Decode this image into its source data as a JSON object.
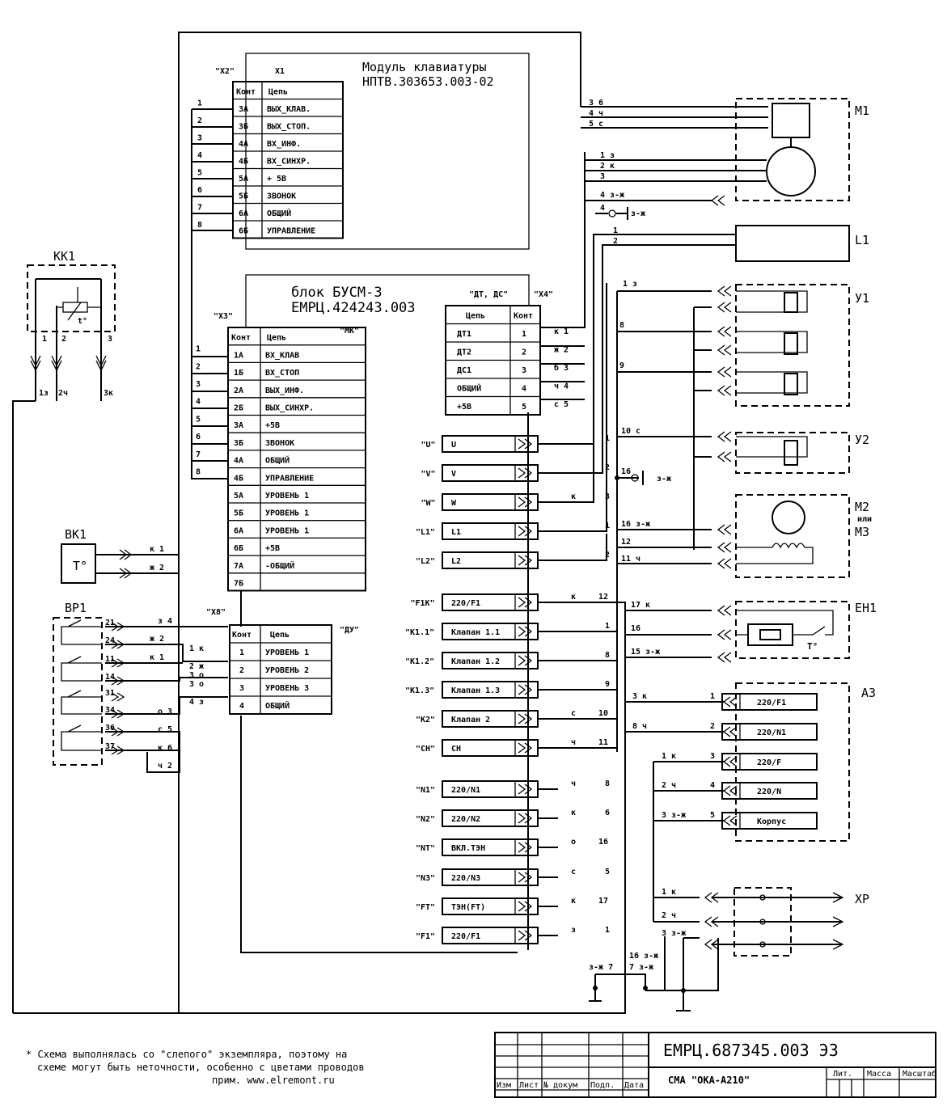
{
  "keyboard_module": {
    "conn_a": "\"X2\"",
    "conn_b": "X1",
    "title_line1": "Модуль клавиатуры",
    "title_line2": "НПТВ.303653.003-02",
    "header_pin": "Конт",
    "header_circuit": "Цепь",
    "rows": [
      {
        "pin": "3А",
        "circuit": "ВЫХ_КЛАВ.",
        "wire": "1"
      },
      {
        "pin": "3Б",
        "circuit": "ВЫХ_СТОП.",
        "wire": "2"
      },
      {
        "pin": "4А",
        "circuit": "ВХ_ИНФ.",
        "wire": "3"
      },
      {
        "pin": "4Б",
        "circuit": "ВХ_СИНХР.",
        "wire": "4"
      },
      {
        "pin": "5А",
        "circuit": "+ 5В",
        "wire": "5"
      },
      {
        "pin": "5Б",
        "circuit": "ЗВОНОК",
        "wire": "6"
      },
      {
        "pin": "6А",
        "circuit": "ОБЩИЙ",
        "wire": "7"
      },
      {
        "pin": "6Б",
        "circuit": "УПРАВЛЕНИЕ",
        "wire": "8"
      }
    ]
  },
  "busm_block": {
    "title_line1": "блок БУСМ-3",
    "title_line2": "ЕМРЦ.424243.003",
    "conn_x3": "\"X3\"",
    "conn_mk": "\"МК\"",
    "header_pin": "Конт",
    "header_circuit": "Цепь",
    "rows": [
      {
        "pin": "1А",
        "circuit": "ВХ_КЛАВ",
        "wire": "1"
      },
      {
        "pin": "1Б",
        "circuit": "ВХ_СТОП",
        "wire": "2"
      },
      {
        "pin": "2А",
        "circuit": "ВЫХ_ИНФ.",
        "wire": "3"
      },
      {
        "pin": "2Б",
        "circuit": "ВЫХ_СИНХР.",
        "wire": "4"
      },
      {
        "pin": "3А",
        "circuit": "+5В",
        "wire": "5"
      },
      {
        "pin": "3Б",
        "circuit": "ЗВОНОК",
        "wire": "6"
      },
      {
        "pin": "4А",
        "circuit": "ОБЩИЙ",
        "wire": "7"
      },
      {
        "pin": "4Б",
        "circuit": "УПРАВЛЕНИЕ",
        "wire": "8"
      },
      {
        "pin": "5А",
        "circuit": "УРОВЕНЬ 1",
        "wire": ""
      },
      {
        "pin": "5Б",
        "circuit": "УРОВЕНЬ 1",
        "wire": ""
      },
      {
        "pin": "6А",
        "circuit": "УРОВЕНЬ 1",
        "wire": ""
      },
      {
        "pin": "6Б",
        "circuit": "+5В",
        "wire": ""
      },
      {
        "pin": "7А",
        "circuit": "-ОБЩИЙ",
        "wire": ""
      },
      {
        "pin": "7Б",
        "circuit": "",
        "wire": ""
      }
    ]
  },
  "x4": {
    "conn_dt": "\"ДТ, ДС\"",
    "conn_x4": "\"X4\"",
    "header_circuit": "Цепь",
    "header_pin": "Конт",
    "rows": [
      {
        "circuit": "ДТ1",
        "pin": "1",
        "wire": "к  1"
      },
      {
        "circuit": "ДТ2",
        "pin": "2",
        "wire": "ж  2"
      },
      {
        "circuit": "ДС1",
        "pin": "3",
        "wire": "б  3"
      },
      {
        "circuit": "ОБЩИЙ",
        "pin": "4",
        "wire": "ч  4"
      },
      {
        "circuit": "+5В",
        "pin": "5",
        "wire": "с  5"
      }
    ]
  },
  "x8": {
    "conn_x8": "\"X8\"",
    "conn_du": "\"ДУ\"",
    "header_pin": "Конт",
    "header_circuit": "Цепь",
    "rows": [
      {
        "pin": "1",
        "circuit": "УРОВЕНЬ 1",
        "wire": "1  к"
      },
      {
        "pin": "2",
        "circuit": "УРОВЕНЬ 2",
        "wire": "2  ж"
      },
      {
        "pin": "3",
        "circuit": "УРОВЕНЬ 3",
        "wire": "3  о"
      },
      {
        "pin": "4",
        "circuit": "ОБЩИЙ",
        "wire": "4  з"
      }
    ]
  },
  "terminals": [
    {
      "name": "\"U\"",
      "label": "U",
      "wire": "1",
      "color": ""
    },
    {
      "name": "\"V\"",
      "label": "V",
      "wire": "2",
      "color": ""
    },
    {
      "name": "\"W\"",
      "label": "W",
      "wire": "3",
      "color": "к"
    },
    {
      "name": "\"L1\"",
      "label": "L1",
      "wire": "1",
      "color": ""
    },
    {
      "name": "\"L2\"",
      "label": "L2",
      "wire": "2",
      "color": ""
    },
    {
      "name": "\"F1K\"",
      "label": "220/F1",
      "wire": "12",
      "color": "к"
    },
    {
      "name": "\"K1.1\"",
      "label": "Клапан 1.1",
      "wire": "1",
      "color": ""
    },
    {
      "name": "\"K1.2\"",
      "label": "Клапан 1.2",
      "wire": "8",
      "color": ""
    },
    {
      "name": "\"K1.3\"",
      "label": "Клапан 1.3",
      "wire": "9",
      "color": ""
    },
    {
      "name": "\"K2\"",
      "label": "Клапан 2",
      "wire": "10",
      "color": "с"
    },
    {
      "name": "\"CH\"",
      "label": "CH",
      "wire": "11",
      "color": "ч"
    },
    {
      "name": "\"N1\"",
      "label": "220/N1",
      "wire": "8",
      "color": "ч"
    },
    {
      "name": "\"N2\"",
      "label": "220/N2",
      "wire": "6",
      "color": "к"
    },
    {
      "name": "\"NT\"",
      "label": "ВКЛ.ТЭН",
      "wire": "16",
      "color": "о"
    },
    {
      "name": "\"N3\"",
      "label": "220/N3",
      "wire": "5",
      "color": "с"
    },
    {
      "name": "\"FT\"",
      "label": "ТЭН(FT)",
      "wire": "17",
      "color": "к"
    },
    {
      "name": "\"F1\"",
      "label": "220/F1",
      "wire": "1",
      "color": "з"
    }
  ],
  "kk1": {
    "label": "КК1",
    "pin1": "1",
    "pin2": "2",
    "pin3": "3",
    "w1": "1з",
    "w2": "2ч",
    "w3": "3к",
    "symbol_t": "t°"
  },
  "vk1": {
    "label": "ВК1",
    "symbol": "Т°",
    "w1": "к  1",
    "w2": "ж  2"
  },
  "vr1": {
    "label": "ВР1",
    "contacts": [
      "21",
      "24",
      "11",
      "14",
      "31",
      "34",
      "36",
      "37"
    ],
    "wires": [
      "з  4",
      "ж  2",
      "к  1",
      "3  о",
      "о  3",
      "с  5",
      "к  6",
      "ч  2"
    ]
  },
  "m1": {
    "label": "М1",
    "wires_top": [
      "3   6",
      "4   ч",
      "5   с"
    ],
    "wires_motor": [
      "1   з",
      "2   к",
      "3",
      "4  з-ж"
    ],
    "ground": "4",
    "ground_color": "з-ж"
  },
  "l1": {
    "label": "L1",
    "w1": "1",
    "w2": "2"
  },
  "y1": {
    "label": "У1",
    "w1": "1   з",
    "w2": "8",
    "w3": "9"
  },
  "y2": {
    "label": "У2",
    "w1": "10   с"
  },
  "gnd16": {
    "wire": "16",
    "color": "з-ж"
  },
  "m2": {
    "label1": "М2",
    "label_or": "или",
    "label2": "М3",
    "w1": "16   з-ж",
    "w2": "12",
    "w3": "11   ч"
  },
  "eh1": {
    "label": "ЕН1",
    "w1": "17   к",
    "w2": "16",
    "w3": "15   з-ж",
    "symbol": "Т°"
  },
  "a3": {
    "label": "А3",
    "rows": [
      {
        "label": "220/F1",
        "pin": "1",
        "wire": "3   к"
      },
      {
        "label": "220/N1",
        "pin": "2",
        "wire": "8   ч"
      },
      {
        "label": "220/F",
        "pin": "3",
        "wire": "1   к"
      },
      {
        "label": "220/N",
        "pin": "4",
        "wire": "2   ч"
      },
      {
        "label": "Корпус",
        "pin": "5",
        "wire": "3  з-ж"
      }
    ]
  },
  "xp": {
    "label": "ХР",
    "w1": "1   к",
    "w2": "2   ч",
    "w3": "3  з-ж"
  },
  "gnd_bottom": {
    "w1": "16  з-ж",
    "w2": "7  з-ж",
    "w3": "з-ж  7"
  },
  "note": {
    "line1": "* Схема выполнялась со \"слепого\" экземпляра, поэтому на",
    "line2": "схеме могут быть неточности, особенно с цветами проводов",
    "line3": "прим. www.elremont.ru"
  },
  "title_block": {
    "doc_number": "ЕМРЦ.687345.003  Э3",
    "product": "СМА \"ОКА-А210\"",
    "col_izm": "Изм",
    "col_list": "Лист",
    "col_doc": "№ докум",
    "col_sign": "Подп.",
    "col_date": "Дата",
    "col_lit": "Лит.",
    "col_mass": "Масса",
    "col_scale": "Масштаб"
  }
}
